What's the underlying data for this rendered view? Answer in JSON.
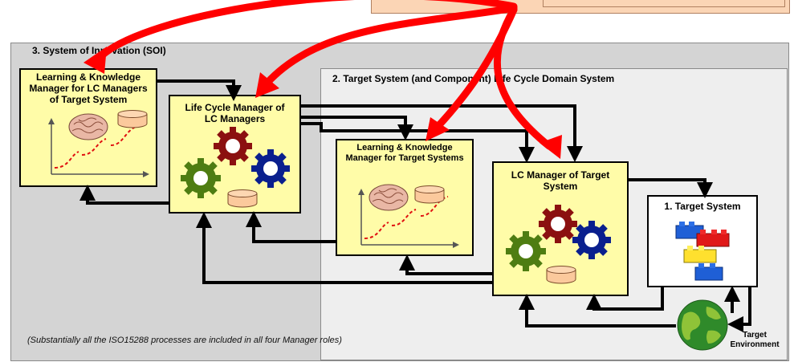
{
  "regions": {
    "soi_title": "3.  System of Innovation (SOI)",
    "domain_title": "2.  Target System (and Component)  Life Cycle Domain System"
  },
  "boxes": {
    "lk_lc_managers": "Learning & Knowledge Manager for LC Managers of Target System",
    "lc_manager_of_lc_managers": "Life Cycle Manager of LC Managers",
    "lk_target_systems": "Learning & Knowledge Manager for Target Systems",
    "lc_manager_target": "LC Manager of Target System",
    "target_system": "1. Target System"
  },
  "environment_label": "Target Environment",
  "footnote": "(Substantially all the ISO15288 processes are included in all four Manager roles)",
  "icons": [
    "brain-icon",
    "database-icon",
    "s-curve-chart-icon",
    "gear-icon",
    "lego-bricks-icon",
    "earth-globe-icon"
  ],
  "colors": {
    "box_fill": "#fffca8",
    "soi_fill": "#d4d4d4",
    "domain_fill": "#eeeeee",
    "header_fill": "#fbd5b5",
    "red_arrow": "#ff0000",
    "gear_red": "#8b1010",
    "gear_green": "#4e7d12",
    "gear_blue": "#0a1f8e"
  }
}
